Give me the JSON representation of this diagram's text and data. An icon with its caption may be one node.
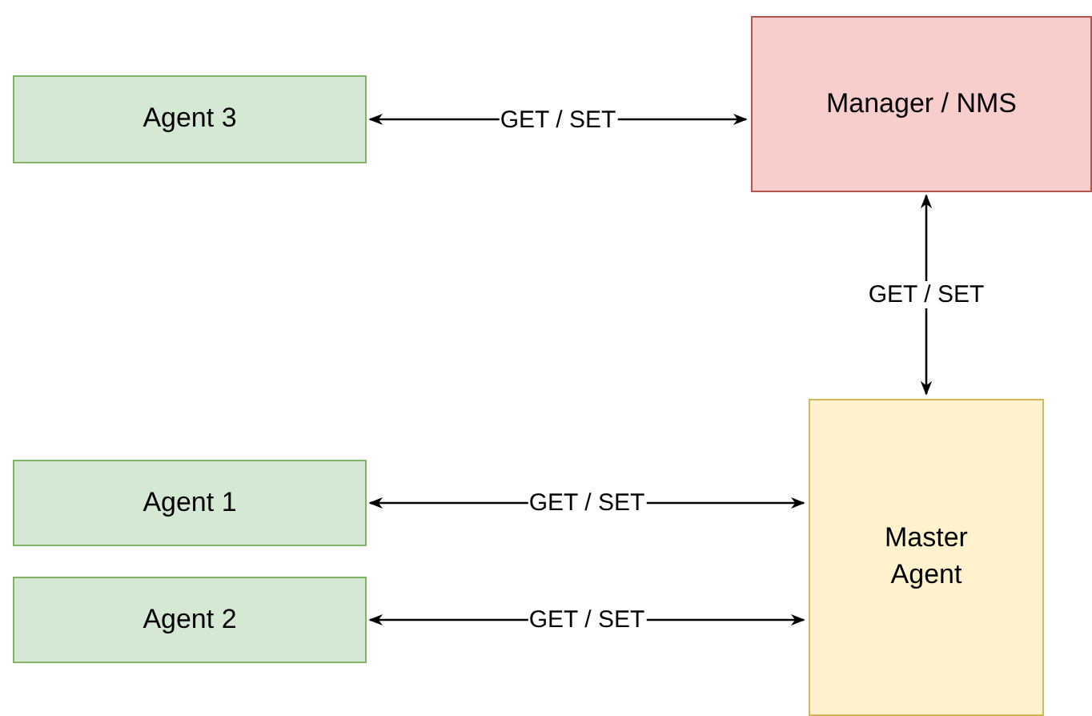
{
  "diagram": {
    "nodes": [
      {
        "text": [
          "Agent 3"
        ]
      },
      {
        "text": [
          "Manager / NMS"
        ]
      },
      {
        "text": [
          "Master Agent"
        ]
      },
      {
        "text": [
          "Agent 1"
        ]
      },
      {
        "text": [
          "Agent 2"
        ]
      }
    ],
    "edges": [
      {
        "from": 0,
        "to": 1,
        "arrow": "both",
        "label": "GET / SET"
      },
      {
        "from": 1,
        "to": 2,
        "arrow": "both",
        "label": "GET / SET"
      },
      {
        "from": 3,
        "to": 2,
        "arrow": "both",
        "label": "GET / SET"
      },
      {
        "from": 4,
        "to": 2,
        "arrow": "both",
        "label": "GET / SET"
      }
    ]
  }
}
